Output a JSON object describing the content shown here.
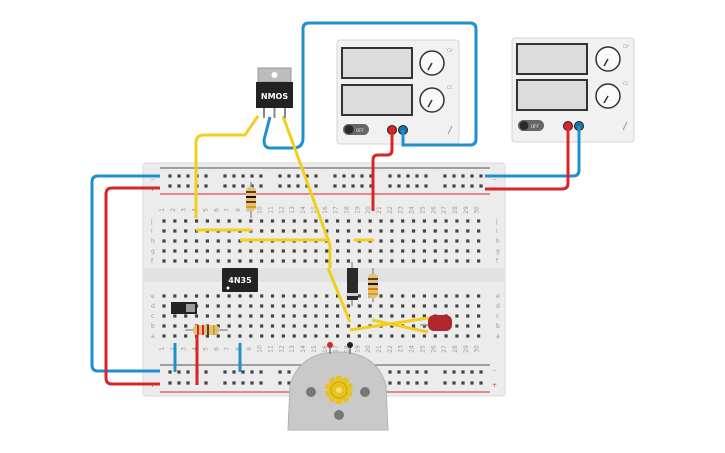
{
  "mosfet": {
    "label": "NMOS"
  },
  "optocoupler": {
    "label": "4N35"
  },
  "psu_left": {
    "power_label": "OFF",
    "knob1_mark": "CV",
    "knob2_mark": "CC"
  },
  "psu_right": {
    "power_label": "OFF",
    "knob1_mark": "CV",
    "knob2_mark": "CC"
  },
  "breadboard": {
    "rail_plus": "+",
    "rail_minus": "−",
    "row_letters_top": [
      "j",
      "i",
      "h",
      "g",
      "f"
    ],
    "row_letters_bottom": [
      "e",
      "d",
      "c",
      "b",
      "a"
    ],
    "columns": 30
  },
  "colors": {
    "wire_blue": "#1f8fcf",
    "wire_red": "#d6262a",
    "wire_yellow": "#f2cf1e",
    "board": "#ececec",
    "motor": "#c9c9c9"
  }
}
